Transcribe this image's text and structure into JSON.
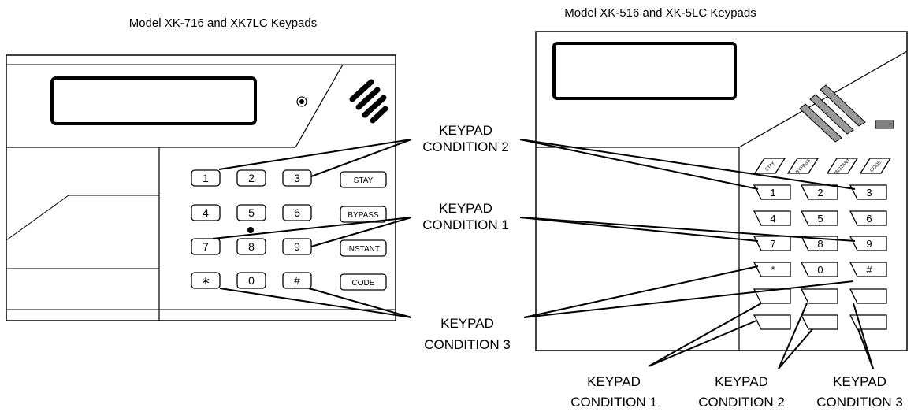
{
  "titles": {
    "left": "Model XK-716 and XK7LC Keypads",
    "right": "Model XK-516 and XK-5LC Keypads"
  },
  "xk716": {
    "digit_rows": [
      [
        "1",
        "2",
        "3"
      ],
      [
        "4",
        "5",
        "6"
      ],
      [
        "7",
        "8",
        "9"
      ],
      [
        "∗",
        "0",
        "#"
      ]
    ],
    "function_keys": [
      "STAY",
      "BYPASS",
      "INSTANT",
      "CODE"
    ]
  },
  "xk516": {
    "function_keys": [
      "STAY",
      "BYPASS",
      "INSTANT",
      "CODE"
    ],
    "digit_rows": [
      [
        "1",
        "2",
        "3"
      ],
      [
        "4",
        "5",
        "6"
      ],
      [
        "7",
        "8",
        "9"
      ],
      [
        "*",
        "0",
        "#"
      ],
      [
        "",
        "",
        ""
      ],
      [
        "",
        "",
        ""
      ]
    ]
  },
  "callouts": {
    "condition2": [
      "KEYPAD",
      "CONDITION 2"
    ],
    "condition1": [
      "KEYPAD",
      "CONDITION 1"
    ],
    "condition3": [
      "KEYPAD",
      "CONDITION 3"
    ],
    "bottom": [
      [
        "KEYPAD",
        "CONDITION 1"
      ],
      [
        "KEYPAD",
        "CONDITION 2"
      ],
      [
        "KEYPAD",
        "CONDITION 3"
      ]
    ]
  }
}
